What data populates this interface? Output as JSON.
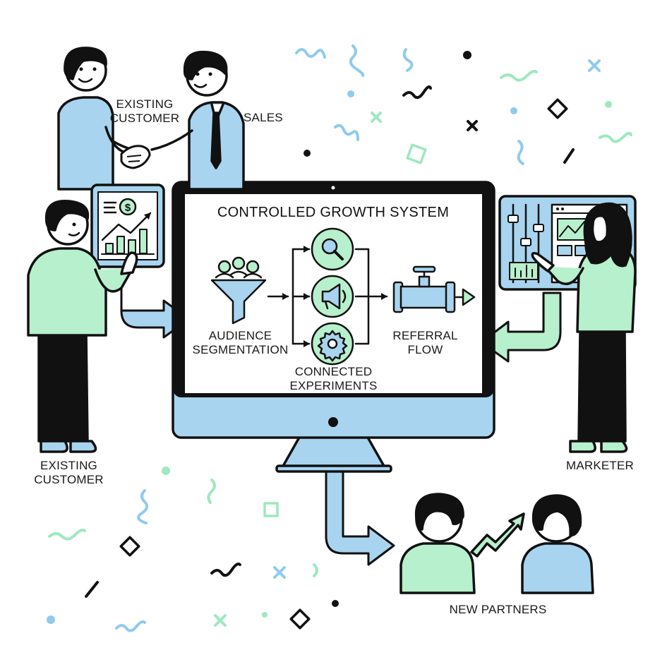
{
  "diagram": {
    "title": "CONTROLLED GROWTH SYSTEM",
    "steps": {
      "audience": "AUDIENCE SEGMENTATION",
      "experiments": "CONNECTED EXPERIMENTS",
      "referral": "REFERRAL FLOW"
    },
    "roles": {
      "existing_customer_top": "EXISTING CUSTOMER",
      "sales": "SALES",
      "existing_customer_left": "EXISTING CUSTOMER",
      "marketer": "MARKETER",
      "new_partners": "NEW PARTNERS"
    },
    "icons": {
      "funnel": "funnel-icon",
      "search": "magnifier-icon",
      "megaphone": "megaphone-icon",
      "gear": "gear-icon",
      "pipe": "pipe-valve-icon",
      "tablet": "tablet-chart-icon",
      "dashboard": "dashboard-panel-icon",
      "growth": "growth-arrow-icon"
    },
    "colors": {
      "blue": "#a8d4ef",
      "green": "#b7f0cc",
      "outline": "#111111",
      "confetti_blue": "#8fcbee",
      "confetti_green": "#9fe8c0"
    }
  }
}
